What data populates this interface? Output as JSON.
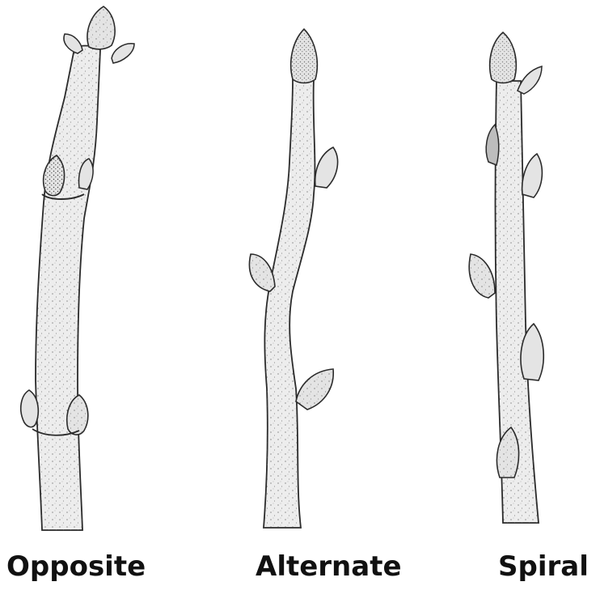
{
  "labels": {
    "opposite": "Opposite",
    "alternate": "Alternate",
    "spiral": "Spiral"
  },
  "colors": {
    "ink": "#2a2a2a",
    "twig_fill": "#ededed",
    "bud_fill": "#e4e4e4",
    "label": "#111111"
  }
}
